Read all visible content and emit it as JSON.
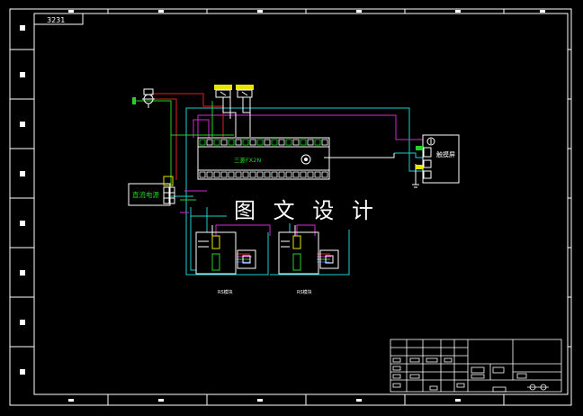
{
  "title_block_corner": "3231",
  "plc_model": "三菱FX2N",
  "touch_screen": "触摸屏",
  "power_supply": "直流电源",
  "watermark": "图 文 设 计",
  "module_a_label": "RS模块",
  "module_b_label": "RS模块",
  "colors": {
    "frame": "#ffffff",
    "cyan": "#19d2d2",
    "magenta": "#d22ad2",
    "red": "#e02020",
    "green": "#22d322",
    "yellow": "#e6e600",
    "blue": "#3a3ae6"
  }
}
